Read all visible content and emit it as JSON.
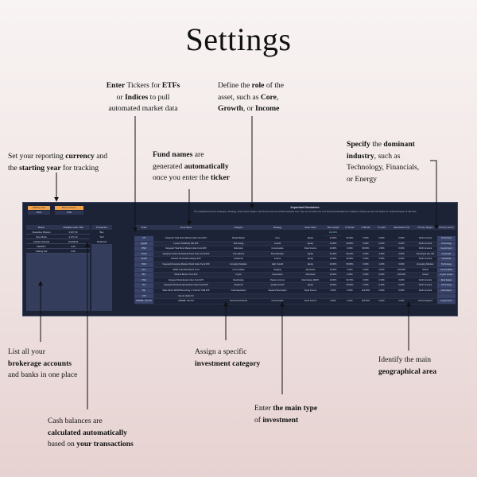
{
  "title": "Settings",
  "annotations": {
    "tickers": {
      "b1": "Enter",
      "t1": " Tickers for ",
      "b2": "ETFs",
      "t2": "\nor ",
      "b3": "Indices",
      "t3": " to pull\nautomated market data"
    },
    "role": {
      "t1": "Define the ",
      "b1": "role",
      "t2": " of the\nasset, such as ",
      "b2": "Core",
      "t3": ",\n",
      "b3": "Growth",
      "t4": ", or ",
      "b4": "Income"
    },
    "currency": {
      "t1": "Set your reporting ",
      "b1": "currency",
      "t2": " and\nthe ",
      "b2": "starting year",
      "t3": " for tracking"
    },
    "fund_names": {
      "b1": "Fund names",
      "t1": " are\ngenerated ",
      "b2": "automatically",
      "t2": "\nonce you enter the ",
      "b3": "ticker"
    },
    "industry": {
      "b1": "Specify",
      "t1": " the ",
      "b2": "dominant\nindustry",
      "t2": ", such as\nTechnology, Financials,\nor Energy"
    },
    "brokerage": {
      "t1": "List all your\n",
      "b1": "brokerage accounts",
      "t2": "\nand banks in one place"
    },
    "category": {
      "t1": "Assign a specific\n",
      "b1": "investment category"
    },
    "geo": {
      "t1": "Identify the main\n",
      "b1": "geographical area"
    },
    "cash": {
      "t1": "Cash balances are\n",
      "b1": "calculated automatically",
      "t2": "\nbased on ",
      "b2": "your transactions"
    },
    "type": {
      "t1": "Enter ",
      "b1": "the main type",
      "t2": "\nof ",
      "b2": "investment"
    }
  },
  "sheet": {
    "disclaimer_title": "Important Disclaimer:",
    "disclaimer_text": "The analytical columns (Category, Strategy, Asset Class, Region, and Sector) are for portfolio analysis only. They do not affect the core financial calculations or balance. Please see the info below for a full description of this field.",
    "starting_year_label": "Starting Year",
    "starting_year_value": "2024",
    "base_currency_label": "Base currency",
    "base_currency_value": "USD",
    "broker_headers": [
      "Broker",
      "Available Cash USD"
    ],
    "brokers": [
      {
        "name": "Interactive Brokers",
        "cash": "4,457.00"
      },
      {
        "name": "Saxo Bank",
        "cash": "4,274.10"
      },
      {
        "name": "Charles Schwab",
        "cash": "16,058.00"
      },
      {
        "name": "DEGIRO",
        "cash": "0.00"
      },
      {
        "name": "Trading 212",
        "cash": "0.00"
      }
    ],
    "transaction_header": "Transaction",
    "transactions": [
      "Buy",
      "Sell",
      "Dividends"
    ],
    "table_headers": [
      "Ticker",
      "Fund Name",
      "Category",
      "Strategy",
      "Asset Class",
      "Plan weight",
      "% Stocks",
      "% Bonds",
      "% Cash",
      "Alternatives (%)",
      "Primary Region",
      "Primary Sector"
    ],
    "total_weight": "100.00%",
    "rows": [
      [
        "VTI",
        "Vanguard Total Stock Market Index Fund ETF",
        "Broad Market",
        "Core",
        "Equity",
        "10.00%",
        "99.40%",
        "0.00%",
        "0.60%",
        "0.00%",
        "North America",
        "Technology"
      ],
      [
        "QQQM",
        "Invesco NASDAQ 100 ETF",
        "Technology",
        "Growth",
        "Equity",
        "10.00%",
        "99.80%",
        "0.00%",
        "0.20%",
        "0.00%",
        "North America",
        "Technology"
      ],
      [
        "BND",
        "Vanguard Total Bond Market Index Fund ETF",
        "Defensive",
        "Conservative",
        "Fixed Income",
        "10.00%",
        "0.00%",
        "98.50%",
        "1.50%",
        "0.00%",
        "North America",
        "Government"
      ],
      [
        "VXUS",
        "Vanguard Total International Stock Index Fund ETF",
        "International",
        "Diversification",
        "Equity",
        "10.00%",
        "99.10%",
        "0.00%",
        "0.90%",
        "0.00%",
        "Developed (Ex-US)",
        "Financials"
      ],
      [
        "SCHD",
        "Schwab US Dividend Equity ETF",
        "Dividends",
        "Income",
        "Equity",
        "10.00%",
        "99.50%",
        "0.00%",
        "0.50%",
        "0.00%",
        "North America",
        "Industrials"
      ],
      [
        "VWO",
        "Vanguard Emerging Markets Stock Index Fund ETF",
        "Emerging Markets",
        "High Growth",
        "Equity",
        "10.00%",
        "98.80%",
        "0.00%",
        "1.20%",
        "0.00%",
        "Emerging Markets",
        "Technology"
      ],
      [
        "GLD",
        "SPDR Gold MiniShares Trust",
        "Commodities",
        "Hedging",
        "Alternative",
        "10.00%",
        "0.00%",
        "0.00%",
        "0.00%",
        "100.00%",
        "Global",
        "Commodities"
      ],
      [
        "IBIT",
        "iShares Bitcoin Trust ETF",
        "Crypto",
        "Speculative",
        "Alternative",
        "10.00%",
        "0.00%",
        "0.00%",
        "0.00%",
        "100.00%",
        "Global",
        "Crypto Assets"
      ],
      [
        "VNQ",
        "Vanguard Real Estate Index Fund ETF",
        "Real Estate",
        "Passive Income",
        "Real Estate (REIT)",
        "10.00%",
        "99.70%",
        "0.00%",
        "0.30%",
        "0.00%",
        "North America",
        "Real Estate"
      ],
      [
        "VIG",
        "Vanguard Dividend Appreciation Index Fund ETF",
        "Dividends",
        "Quality Growth",
        "Equity",
        "10.00%",
        "99.60%",
        "0.00%",
        "0.40%",
        "0.00%",
        "North America",
        "Technology"
      ],
      [
        "BIL",
        "State Street SPDR Bloomberg 1-3 Month T-Bill ETF",
        "Cash Equivalent",
        "Capital Preservation",
        "Fixed Income",
        "0.00%",
        "0.00%",
        "100.00%",
        "0.00%",
        "0.00%",
        "North America",
        "Cash Equiv."
      ],
      [
        "VWI",
        "Van de Velde NV",
        "",
        "",
        "",
        "",
        "",
        "",
        "",
        "",
        "",
        ""
      ],
      [
        "GB00BL..MCT10",
        "GB00BL..MCT10",
        "Government Bonds",
        "Conservative",
        "Fixed Income",
        "0.00%",
        "0.00%",
        "100.00%",
        "0.00%",
        "0.00%",
        "United Kingdom",
        "Government"
      ]
    ]
  }
}
